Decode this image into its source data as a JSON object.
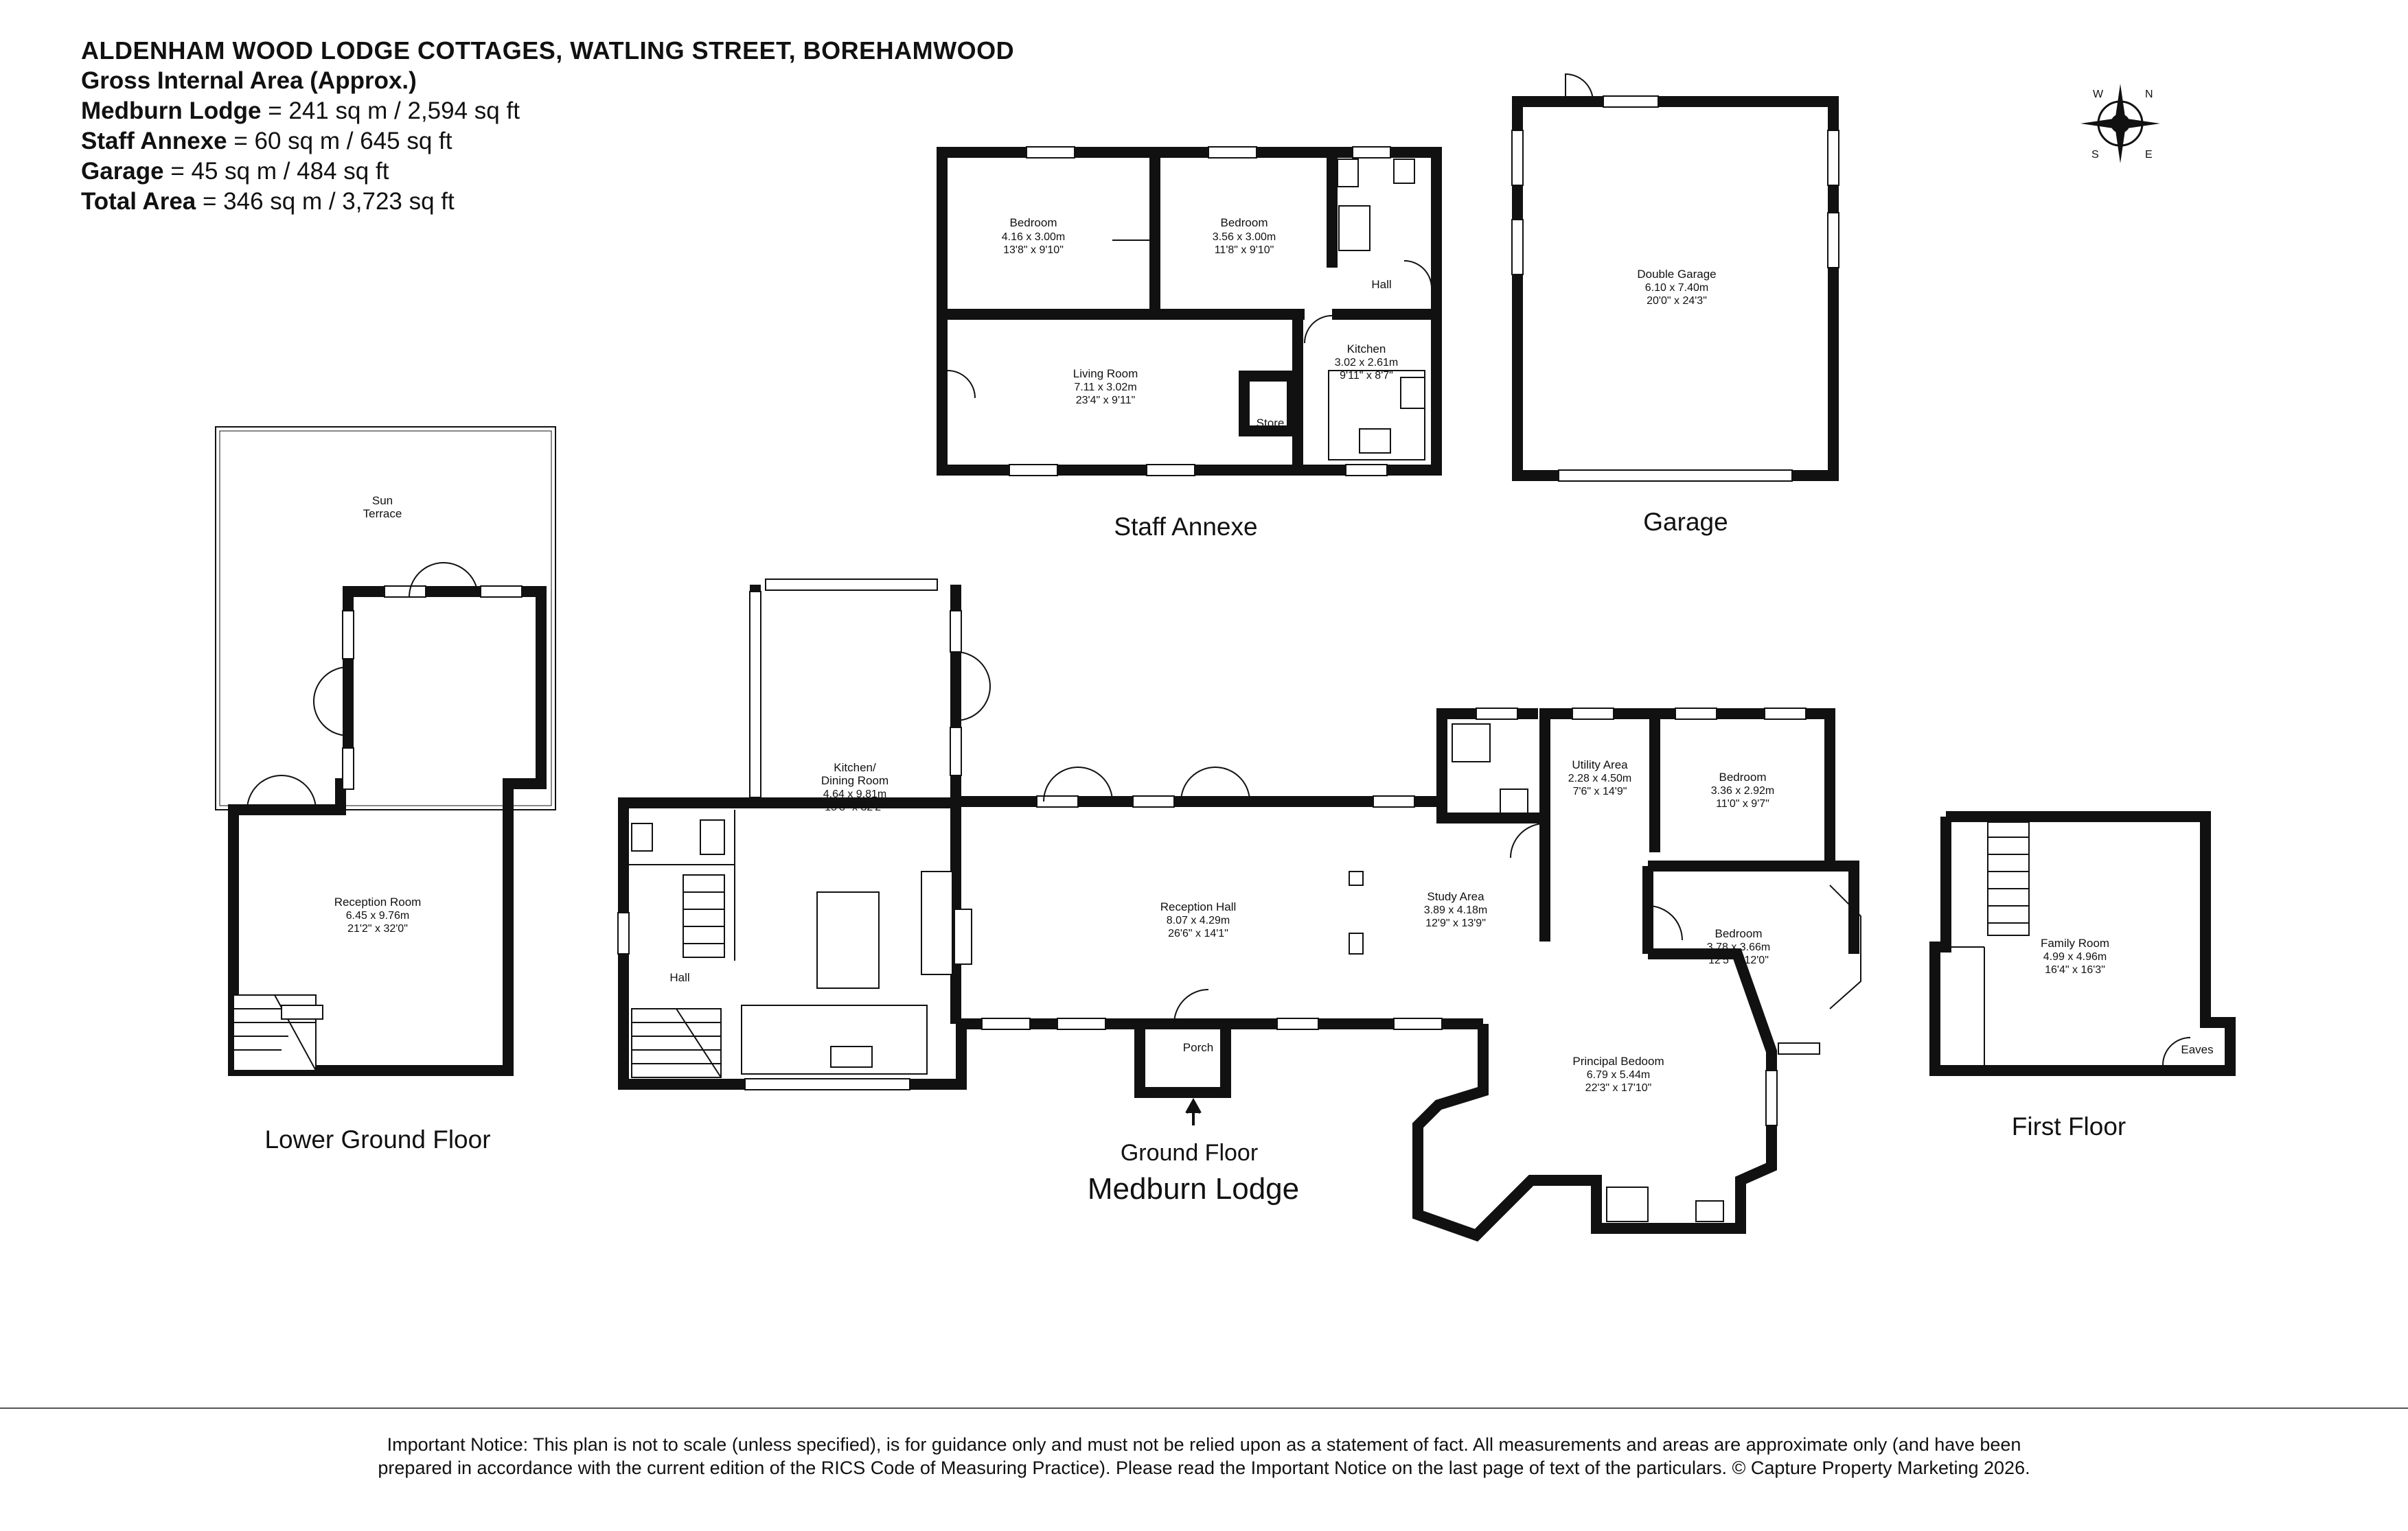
{
  "header": {
    "title": "ALDENHAM WOOD LODGE COTTAGES, WATLING STREET, BOREHAMWOOD",
    "gia": "Gross Internal Area (Approx.)",
    "areas": [
      {
        "name": "Medburn Lodge",
        "value": " = 241 sq m / 2,594 sq ft"
      },
      {
        "name": "Staff Annexe",
        "value": " = 60 sq m / 645 sq ft"
      },
      {
        "name": "Garage",
        "value": " = 45 sq m / 484 sq ft"
      },
      {
        "name": "Total Area",
        "value": " = 346 sq m / 3,723 sq ft"
      }
    ]
  },
  "compass": {
    "n": "N",
    "s": "S",
    "e": "E",
    "w": "W"
  },
  "labels": {
    "staff_annexe": "Staff Annexe",
    "garage": "Garage",
    "lower_ground": "Lower Ground Floor",
    "ground_floor": "Ground Floor",
    "medburn": "Medburn Lodge",
    "first_floor": "First Floor"
  },
  "rooms": {
    "annexe_bed1": {
      "name": "Bedroom",
      "m": "4.16 x 3.00m",
      "ft": "13'8\" x 9'10\""
    },
    "annexe_bed2": {
      "name": "Bedroom",
      "m": "3.56 x 3.00m",
      "ft": "11'8\" x 9'10\""
    },
    "annexe_hall": {
      "name": "Hall"
    },
    "annexe_kitchen": {
      "name": "Kitchen",
      "m": "3.02 x 2.61m",
      "ft": "9'11\" x 8'7\""
    },
    "annexe_living": {
      "name": "Living Room",
      "m": "7.11 x 3.02m",
      "ft": "23'4\" x 9'11\""
    },
    "annexe_store": {
      "name": "Store"
    },
    "garage": {
      "name": "Double Garage",
      "m": "6.10 x 7.40m",
      "ft": "20'0\" x 24'3\""
    },
    "sun_terrace": {
      "name1": "Sun",
      "name2": "Terrace"
    },
    "lg_reception": {
      "name": "Reception Room",
      "m": "6.45 x 9.76m",
      "ft": "21'2\" x 32'0\""
    },
    "kitchen_dining": {
      "name1": "Kitchen/",
      "name2": "Dining Room",
      "m": "4.64 x 9.81m",
      "ft": "15'3\" x 32'2\""
    },
    "gf_hall": {
      "name": "Hall"
    },
    "reception_hall": {
      "name": "Reception Hall",
      "m": "8.07 x 4.29m",
      "ft": "26'6\" x 14'1\""
    },
    "porch": {
      "name": "Porch"
    },
    "study": {
      "name": "Study Area",
      "m": "3.89 x 4.18m",
      "ft": "12'9\" x 13'9\""
    },
    "utility": {
      "name": "Utility Area",
      "m": "2.28 x 4.50m",
      "ft": "7'6\" x 14'9\""
    },
    "gf_bed1": {
      "name": "Bedroom",
      "m": "3.36 x 2.92m",
      "ft": "11'0\" x 9'7\""
    },
    "gf_bed2": {
      "name": "Bedroom",
      "m": "3.78 x 3.66m",
      "ft": "12'5\" x 12'0\""
    },
    "principal": {
      "name": "Principal Bedoom",
      "m": "6.79 x 5.44m",
      "ft": "22'3\" x 17'10\""
    },
    "family": {
      "name": "Family Room",
      "m": "4.99 x 4.96m",
      "ft": "16'4\" x 16'3\""
    },
    "eaves": {
      "name": "Eaves"
    }
  },
  "notice": {
    "line1": "Important Notice: This plan is not to scale (unless specified), is for guidance only and must not be relied upon as a statement of fact. All measurements and areas are approximate only (and have been",
    "line2": "prepared in accordance with the current edition of the RICS Code of Measuring Practice). Please read the Important Notice on the last page of text of the particulars. © Capture Property Marketing 2026."
  }
}
